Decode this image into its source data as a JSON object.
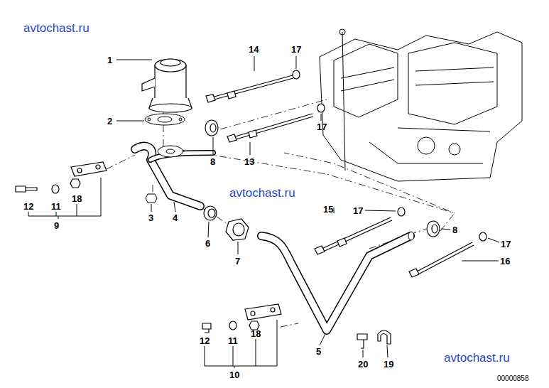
{
  "diagram": {
    "labels": [
      "avtochast.ru",
      "1",
      "14",
      "17",
      "2",
      "8",
      "17",
      "13",
      "12",
      "11",
      "18",
      "9",
      "3",
      "4",
      "6",
      "7",
      "avtochast.ru",
      "15",
      "17",
      "8",
      "17",
      "16",
      "12",
      "11",
      "18",
      "10",
      "5",
      "20",
      "19",
      "avtochast.ru",
      "00000858"
    ]
  }
}
